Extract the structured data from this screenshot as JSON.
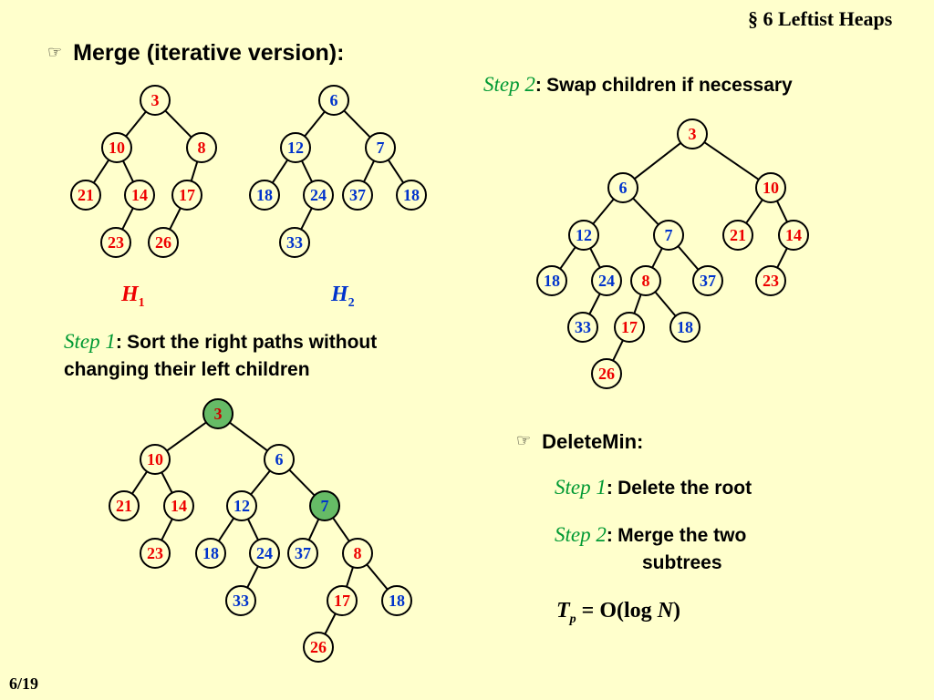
{
  "header": {
    "title": "§ 6  Leftist Heaps"
  },
  "slide_number": "6/19",
  "merge_section": {
    "bullet_icon": "pointing-hand-icon",
    "heading": "Merge (iterative version):"
  },
  "labels": {
    "h1_letter": "H",
    "h1_sub": "1",
    "h2_letter": "H",
    "h2_sub": "2"
  },
  "step1": {
    "label": "Step 1",
    "colon": ":",
    "text_line1": "Sort the right paths without",
    "text_line2": "changing their left children"
  },
  "step2_swap": {
    "label": "Step 2",
    "colon": ":",
    "text": "Swap children if necessary"
  },
  "delete_section": {
    "bullet_icon": "pointing-hand-icon",
    "heading": "DeleteMin:",
    "step1_label": "Step 1",
    "step1_colon": ":",
    "step1_text": "Delete the root",
    "step2_label": "Step 2",
    "step2_colon": ":",
    "step2_text_line1": "Merge the two",
    "step2_text_line2": "subtrees",
    "complexity_T": "T",
    "complexity_sub": "p",
    "complexity_eq": " = O(log ",
    "complexity_N": "N",
    "complexity_close": ")"
  },
  "colors": {
    "background": "#ffffcc",
    "h1_node_text": "#ee0000",
    "h2_node_text": "#0033cc",
    "highlight_fill": "#66bb66",
    "step_label": "#009933"
  },
  "trees": {
    "h1": {
      "nodes": [
        {
          "id": "a3",
          "key": "3",
          "color": "red"
        },
        {
          "id": "a10",
          "key": "10",
          "color": "red"
        },
        {
          "id": "a8",
          "key": "8",
          "color": "red"
        },
        {
          "id": "a21",
          "key": "21",
          "color": "red"
        },
        {
          "id": "a14",
          "key": "14",
          "color": "red"
        },
        {
          "id": "a17",
          "key": "17",
          "color": "red"
        },
        {
          "id": "a23",
          "key": "23",
          "color": "red"
        },
        {
          "id": "a26",
          "key": "26",
          "color": "red"
        }
      ],
      "edges": [
        [
          "a3",
          "a10"
        ],
        [
          "a3",
          "a8"
        ],
        [
          "a10",
          "a21"
        ],
        [
          "a10",
          "a14"
        ],
        [
          "a8",
          "a17"
        ],
        [
          "a14",
          "a23"
        ],
        [
          "a17",
          "a26"
        ]
      ]
    },
    "h2": {
      "nodes": [
        {
          "id": "b6",
          "key": "6",
          "color": "blue"
        },
        {
          "id": "b12",
          "key": "12",
          "color": "blue"
        },
        {
          "id": "b7",
          "key": "7",
          "color": "blue"
        },
        {
          "id": "b18a",
          "key": "18",
          "color": "blue"
        },
        {
          "id": "b24",
          "key": "24",
          "color": "blue"
        },
        {
          "id": "b37",
          "key": "37",
          "color": "blue"
        },
        {
          "id": "b18b",
          "key": "18",
          "color": "blue"
        },
        {
          "id": "b33",
          "key": "33",
          "color": "blue"
        }
      ],
      "edges": [
        [
          "b6",
          "b12"
        ],
        [
          "b6",
          "b7"
        ],
        [
          "b12",
          "b18a"
        ],
        [
          "b12",
          "b24"
        ],
        [
          "b7",
          "b37"
        ],
        [
          "b7",
          "b18b"
        ],
        [
          "b24",
          "b33"
        ]
      ]
    },
    "step1_tree": {
      "nodes": [
        {
          "id": "c3",
          "key": "3",
          "color": "red",
          "highlight": true
        },
        {
          "id": "c10",
          "key": "10",
          "color": "red"
        },
        {
          "id": "c6",
          "key": "6",
          "color": "blue"
        },
        {
          "id": "c21",
          "key": "21",
          "color": "red"
        },
        {
          "id": "c14",
          "key": "14",
          "color": "red"
        },
        {
          "id": "c12",
          "key": "12",
          "color": "blue"
        },
        {
          "id": "c7",
          "key": "7",
          "color": "blue",
          "highlight": true
        },
        {
          "id": "c23",
          "key": "23",
          "color": "red"
        },
        {
          "id": "c18a",
          "key": "18",
          "color": "blue"
        },
        {
          "id": "c24",
          "key": "24",
          "color": "blue"
        },
        {
          "id": "c37",
          "key": "37",
          "color": "blue"
        },
        {
          "id": "c8",
          "key": "8",
          "color": "red"
        },
        {
          "id": "c33",
          "key": "33",
          "color": "blue"
        },
        {
          "id": "c17",
          "key": "17",
          "color": "red"
        },
        {
          "id": "c18b",
          "key": "18",
          "color": "blue"
        },
        {
          "id": "c26",
          "key": "26",
          "color": "red"
        }
      ],
      "edges": [
        [
          "c3",
          "c10"
        ],
        [
          "c3",
          "c6"
        ],
        [
          "c10",
          "c21"
        ],
        [
          "c10",
          "c14"
        ],
        [
          "c6",
          "c12"
        ],
        [
          "c6",
          "c7"
        ],
        [
          "c14",
          "c23"
        ],
        [
          "c12",
          "c18a"
        ],
        [
          "c12",
          "c24"
        ],
        [
          "c7",
          "c37"
        ],
        [
          "c7",
          "c8"
        ],
        [
          "c24",
          "c33"
        ],
        [
          "c8",
          "c17"
        ],
        [
          "c8",
          "c18b"
        ],
        [
          "c17",
          "c26"
        ]
      ]
    },
    "step2_tree": {
      "nodes": [
        {
          "id": "d3",
          "key": "3",
          "color": "red"
        },
        {
          "id": "d6",
          "key": "6",
          "color": "blue"
        },
        {
          "id": "d10",
          "key": "10",
          "color": "red"
        },
        {
          "id": "d12",
          "key": "12",
          "color": "blue"
        },
        {
          "id": "d7",
          "key": "7",
          "color": "blue"
        },
        {
          "id": "d21",
          "key": "21",
          "color": "red"
        },
        {
          "id": "d14",
          "key": "14",
          "color": "red"
        },
        {
          "id": "d18a",
          "key": "18",
          "color": "blue"
        },
        {
          "id": "d24",
          "key": "24",
          "color": "blue"
        },
        {
          "id": "d8",
          "key": "8",
          "color": "red"
        },
        {
          "id": "d37",
          "key": "37",
          "color": "blue"
        },
        {
          "id": "d23",
          "key": "23",
          "color": "red"
        },
        {
          "id": "d33",
          "key": "33",
          "color": "blue"
        },
        {
          "id": "d17",
          "key": "17",
          "color": "red"
        },
        {
          "id": "d18b",
          "key": "18",
          "color": "blue"
        },
        {
          "id": "d26",
          "key": "26",
          "color": "red"
        }
      ],
      "edges": [
        [
          "d3",
          "d6"
        ],
        [
          "d3",
          "d10"
        ],
        [
          "d6",
          "d12"
        ],
        [
          "d6",
          "d7"
        ],
        [
          "d10",
          "d21"
        ],
        [
          "d10",
          "d14"
        ],
        [
          "d12",
          "d18a"
        ],
        [
          "d12",
          "d24"
        ],
        [
          "d7",
          "d8"
        ],
        [
          "d7",
          "d37"
        ],
        [
          "d14",
          "d23"
        ],
        [
          "d24",
          "d33"
        ],
        [
          "d8",
          "d17"
        ],
        [
          "d8",
          "d18b"
        ],
        [
          "d17",
          "d26"
        ]
      ]
    }
  }
}
